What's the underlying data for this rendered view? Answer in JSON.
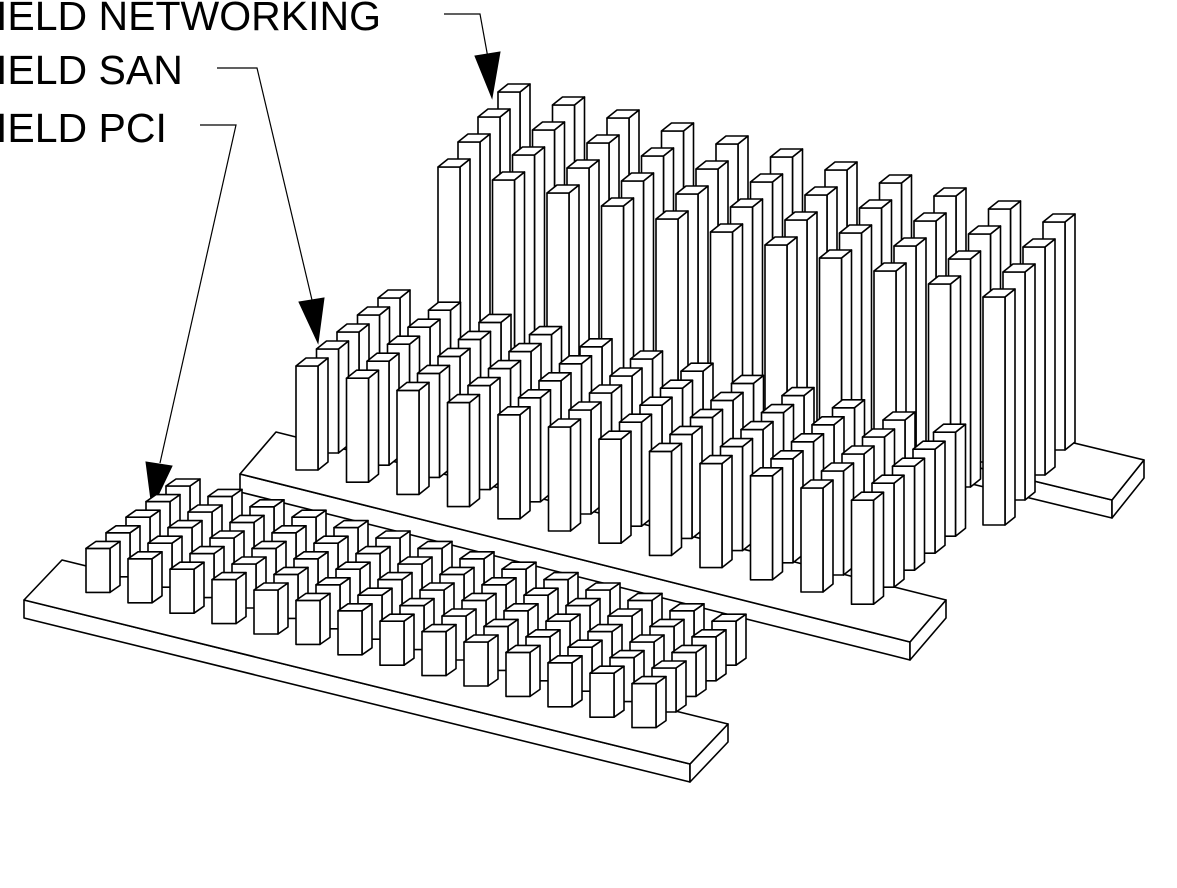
{
  "labels": {
    "networking": "IELD NETWORKING",
    "san": "IELD SAN",
    "pci": "IELD PCI"
  },
  "parts": [
    {
      "name": "networking-heatsink",
      "pin_rows": 4,
      "pin_cols": 11
    },
    {
      "name": "san-heatsink",
      "pin_rows": 5,
      "pin_cols": 12
    },
    {
      "name": "pci-heatsink",
      "pin_rows": 5,
      "pin_cols": 14
    }
  ]
}
